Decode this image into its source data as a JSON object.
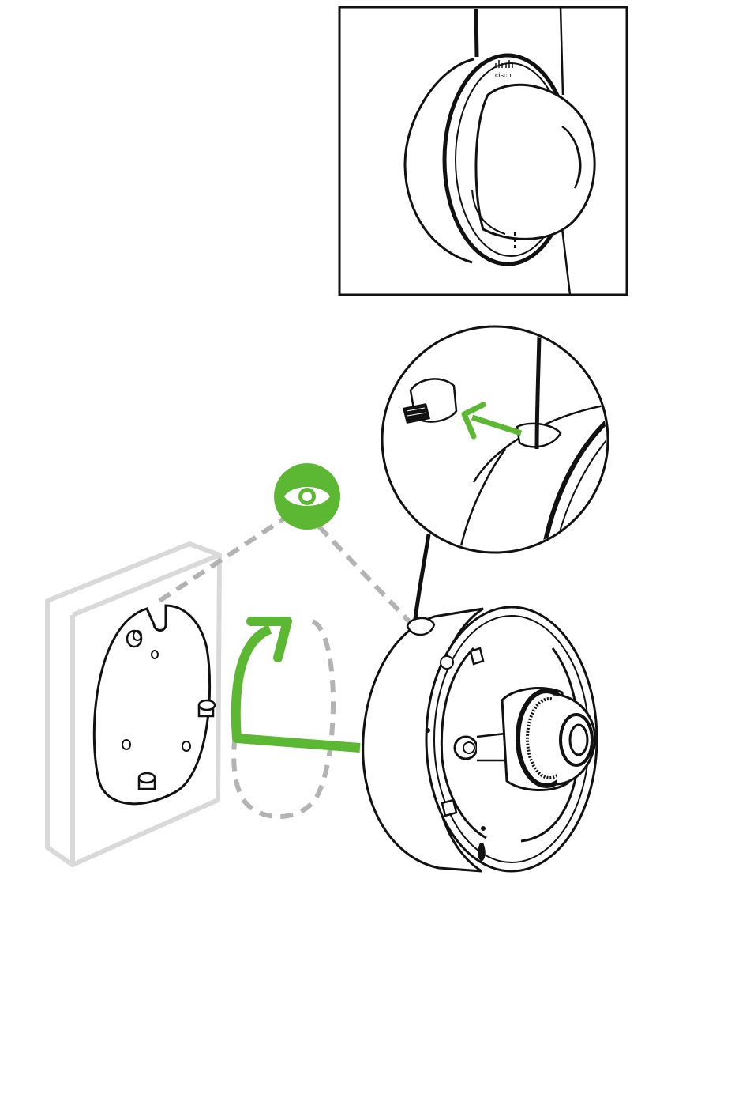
{
  "diagram": {
    "brand_logo_text": "cisco",
    "colors": {
      "line": "#111111",
      "accent_green": "#5cb833",
      "dashed_gray": "#b3b3b3",
      "wall_gray": "#d9d9d9",
      "background": "#ffffff"
    },
    "icons": [
      "eye-icon",
      "arrow-icon",
      "mounting-plate",
      "camera-dome",
      "wall-box"
    ]
  }
}
